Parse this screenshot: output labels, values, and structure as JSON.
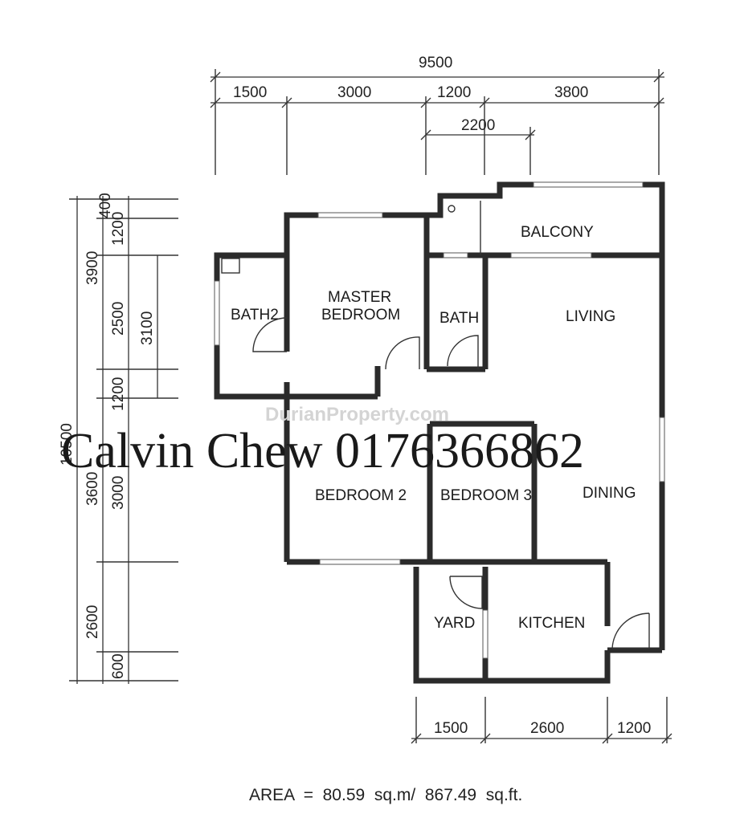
{
  "dimensions": {
    "top_total": "9500",
    "top_segments": [
      "1500",
      "3000",
      "1200",
      "3800"
    ],
    "top_inner": "2200",
    "left_total": "10500",
    "left_outer": [
      "3900",
      "3600",
      "2600",
      "600"
    ],
    "left_inner": [
      "400",
      "1200",
      "2500",
      "1200",
      "3000"
    ],
    "left_inner2": "3100",
    "bottom_segments": [
      "1500",
      "2600",
      "1200"
    ]
  },
  "rooms": {
    "balcony": "BALCONY",
    "master_bedroom_line1": "MASTER",
    "master_bedroom_line2": "BEDROOM",
    "bath2": "BATH2",
    "bath": "BATH",
    "living": "LIVING",
    "bedroom2": "BEDROOM  2",
    "bedroom3": "BEDROOM  3",
    "dining": "DINING",
    "yard": "YARD",
    "kitchen": "KITCHEN"
  },
  "area_text": "AREA  =  80.59  sq.m/  867.49  sq.ft.",
  "watermark": {
    "agent": "Calvin Chew 0176366862",
    "site": "DurianProperty.com"
  }
}
